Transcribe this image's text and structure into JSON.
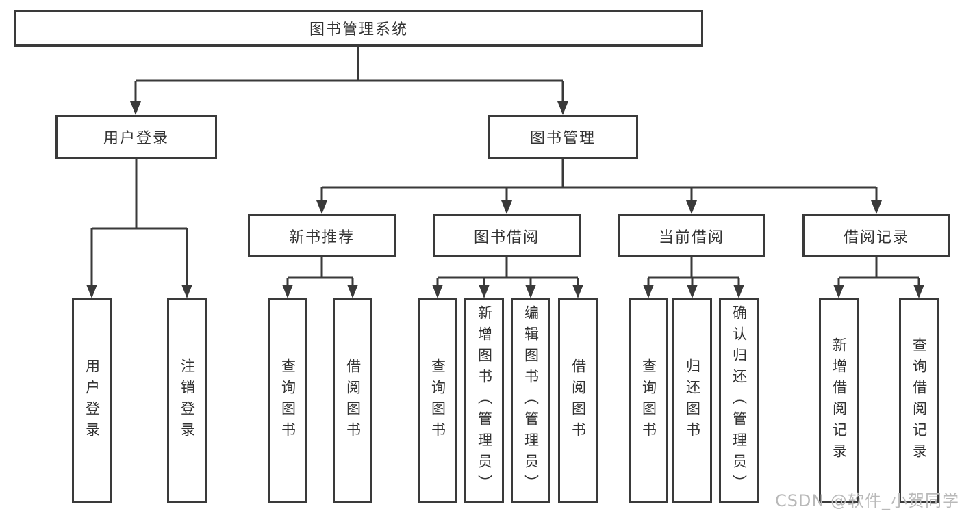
{
  "colors": {
    "line": "#3a3a3a",
    "node_border": "#3a3a3a",
    "node_text": "#333333",
    "background": "#ffffff",
    "watermark": "#b9b9b9"
  },
  "diagram": {
    "root": {
      "label": "图书管理系统"
    },
    "level2": [
      {
        "label": "用户登录"
      },
      {
        "label": "图书管理"
      }
    ],
    "level3": [
      {
        "label": "新书推荐"
      },
      {
        "label": "图书借阅"
      },
      {
        "label": "当前借阅"
      },
      {
        "label": "借阅记录"
      }
    ],
    "leaves": [
      {
        "label": "用户登录"
      },
      {
        "label": "注销登录"
      },
      {
        "label": "查询图书"
      },
      {
        "label": "借阅图书"
      },
      {
        "label": "查询图书"
      },
      {
        "label": "新增图书（管理员）"
      },
      {
        "label": "编辑图书（管理员）"
      },
      {
        "label": "借阅图书"
      },
      {
        "label": "查询图书"
      },
      {
        "label": "归还图书"
      },
      {
        "label": "确认归还（管理员）"
      },
      {
        "label": "新增借阅记录"
      },
      {
        "label": "查询借阅记录"
      }
    ]
  },
  "watermark": {
    "text": "CSDN @软件_小贺同学"
  }
}
